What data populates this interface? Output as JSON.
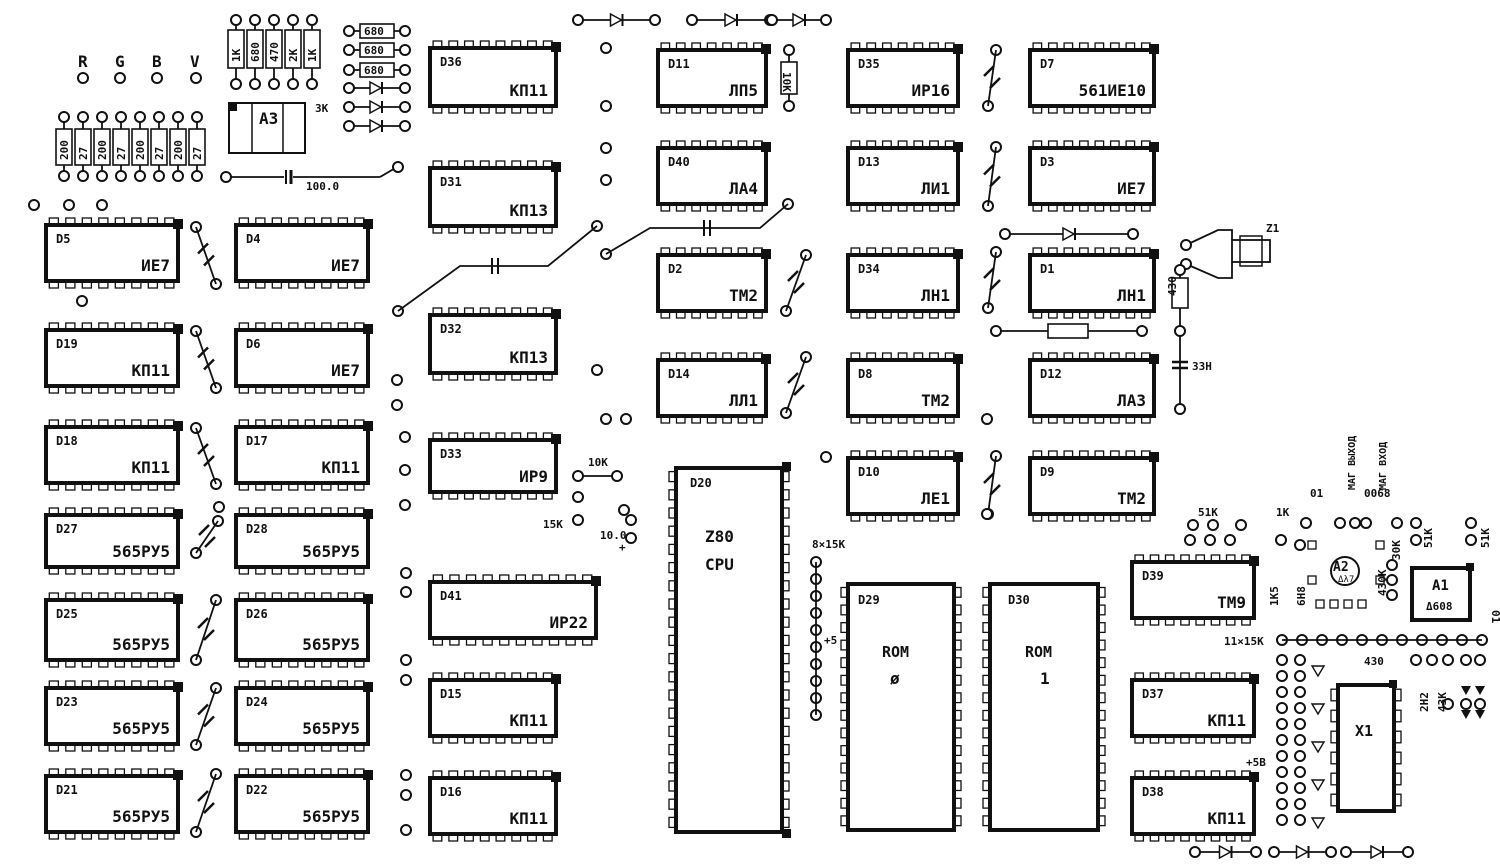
{
  "rgbv_labels": [
    "R",
    "G",
    "B",
    "V"
  ],
  "a3": {
    "code": "A3",
    "value": "3K"
  },
  "resistors_top": [
    "1K",
    "680",
    "470",
    "2K",
    "1K"
  ],
  "resistors_680": [
    "680",
    "680",
    "680"
  ],
  "resistors_left": [
    "200",
    "27",
    "200",
    "27",
    "200",
    "27",
    "200",
    "27"
  ],
  "cap_100": "100.0",
  "chips": [
    {
      "code": "D36",
      "part": "КП11"
    },
    {
      "code": "D31",
      "part": "КП13"
    },
    {
      "code": "D32",
      "part": "КП13"
    },
    {
      "code": "D33",
      "part": "ИР9"
    },
    {
      "code": "D41",
      "part": "ИР22"
    },
    {
      "code": "D15",
      "part": "КП11"
    },
    {
      "code": "D16",
      "part": "КП11"
    },
    {
      "code": "D5",
      "part": "ИЕ7"
    },
    {
      "code": "D4",
      "part": "ИЕ7"
    },
    {
      "code": "D19",
      "part": "КП11"
    },
    {
      "code": "D6",
      "part": "ИЕ7"
    },
    {
      "code": "D18",
      "part": "КП11"
    },
    {
      "code": "D17",
      "part": "КП11"
    },
    {
      "code": "D27",
      "part": "565РУ5"
    },
    {
      "code": "D28",
      "part": "565РУ5"
    },
    {
      "code": "D25",
      "part": "565РУ5"
    },
    {
      "code": "D26",
      "part": "565РУ5"
    },
    {
      "code": "D23",
      "part": "565РУ5"
    },
    {
      "code": "D24",
      "part": "565РУ5"
    },
    {
      "code": "D21",
      "part": "565РУ5"
    },
    {
      "code": "D22",
      "part": "565РУ5"
    },
    {
      "code": "D11",
      "part": "ЛП5"
    },
    {
      "code": "D40",
      "part": "ЛА4"
    },
    {
      "code": "D2",
      "part": "ТМ2"
    },
    {
      "code": "D14",
      "part": "ЛЛ1"
    },
    {
      "code": "D35",
      "part": "ИР16"
    },
    {
      "code": "D13",
      "part": "ЛИ1"
    },
    {
      "code": "D34",
      "part": "ЛН1"
    },
    {
      "code": "D8",
      "part": "ТМ2"
    },
    {
      "code": "D10",
      "part": "ЛЕ1"
    },
    {
      "code": "D7",
      "part": "561ИЕ10"
    },
    {
      "code": "D3",
      "part": "ИЕ7"
    },
    {
      "code": "D1",
      "part": "ЛН1"
    },
    {
      "code": "D12",
      "part": "ЛА3"
    },
    {
      "code": "D9",
      "part": "ТМ2"
    },
    {
      "code": "D39",
      "part": "ТМ9"
    },
    {
      "code": "D37",
      "part": "КП11"
    },
    {
      "code": "D38",
      "part": "КП11"
    }
  ],
  "cpu": {
    "code": "D20",
    "line1": "Z80",
    "line2": "CPU"
  },
  "rom0": {
    "code": "D29",
    "line1": "ROM",
    "line2": "ø"
  },
  "rom1": {
    "code": "D30",
    "line1": "ROM",
    "line2": "1"
  },
  "x1": {
    "label": "X1"
  },
  "a1": {
    "code": "A1",
    "part": "Δ608"
  },
  "a2": {
    "code": "A2",
    "part": "Δλ7"
  },
  "z1": "Z1",
  "labels": {
    "r10k_vert": "10K",
    "r10k": "10K",
    "r15k": "15K",
    "c100": "10.0",
    "plus": "+",
    "r8x15k": "8×15K",
    "plus5": "+5",
    "r430": "430",
    "c33h": "33Н",
    "mag_out": "МАГ ВЫХОД",
    "mag_in": "МАГ ВХОД",
    "c01": "01",
    "c0068": "0068",
    "r51k_a": "51K",
    "r1k": "1K",
    "r30k": "30K",
    "r51k_b": "51K",
    "r51k_c": "51K",
    "r1k5": "1K5",
    "c6h8": "6Н8",
    "r430k": "430K",
    "c01_b": "01",
    "r11x15k": "11×15K",
    "r430_b": "430",
    "c2h2": "2Н2",
    "r43k": "43K",
    "plus5b": "+5В"
  }
}
